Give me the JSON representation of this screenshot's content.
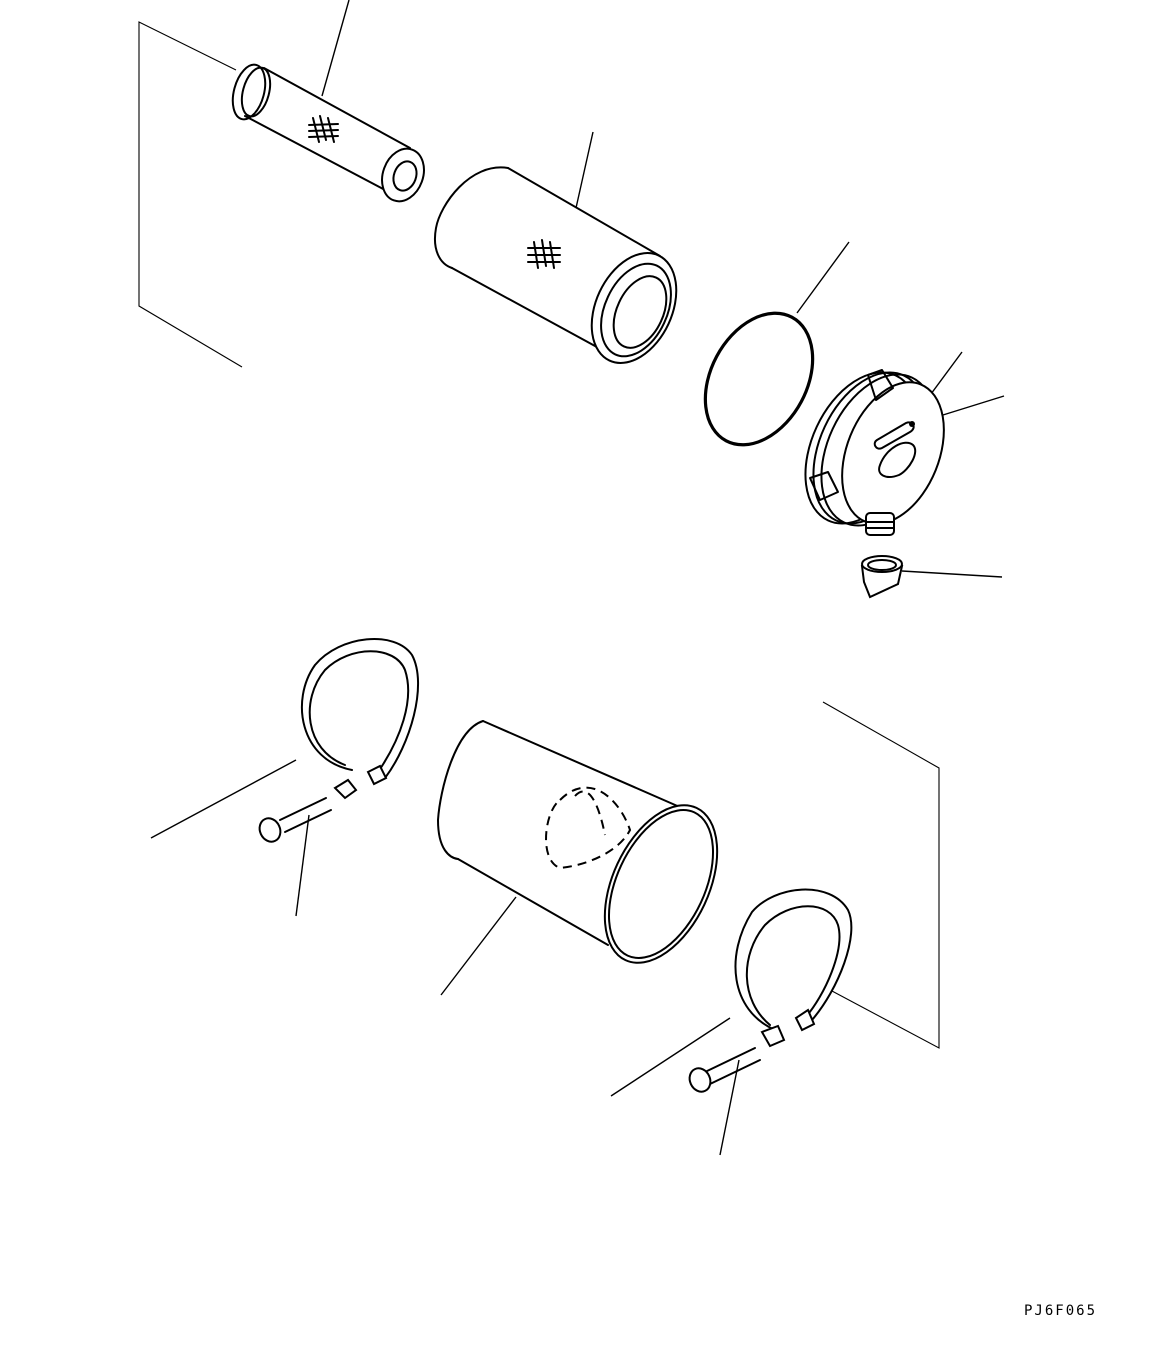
{
  "figure": {
    "id": "PJ6F065",
    "subject": "Air cleaner exploded view",
    "background": "#ffffff",
    "line_color": "#000000"
  },
  "parts": [
    {
      "key": "inner-element",
      "description": "Safety (inner) filter element",
      "icon": "grid-mark"
    },
    {
      "key": "outer-element",
      "description": "Primary (outer) filter element",
      "icon": "grid-mark"
    },
    {
      "key": "o-ring",
      "description": "O-ring seal"
    },
    {
      "key": "cover",
      "description": "Cover assembly with latches"
    },
    {
      "key": "cover-label",
      "description": "Cover indicator/label"
    },
    {
      "key": "evacuator-valve",
      "description": "Dust evacuator valve"
    },
    {
      "key": "clamp-band-left",
      "description": "Mounting band"
    },
    {
      "key": "bolt-left",
      "description": "Band bolt"
    },
    {
      "key": "housing",
      "description": "Air cleaner body"
    },
    {
      "key": "clamp-band-right",
      "description": "Mounting band"
    },
    {
      "key": "bolt-right",
      "description": "Band bolt"
    }
  ]
}
